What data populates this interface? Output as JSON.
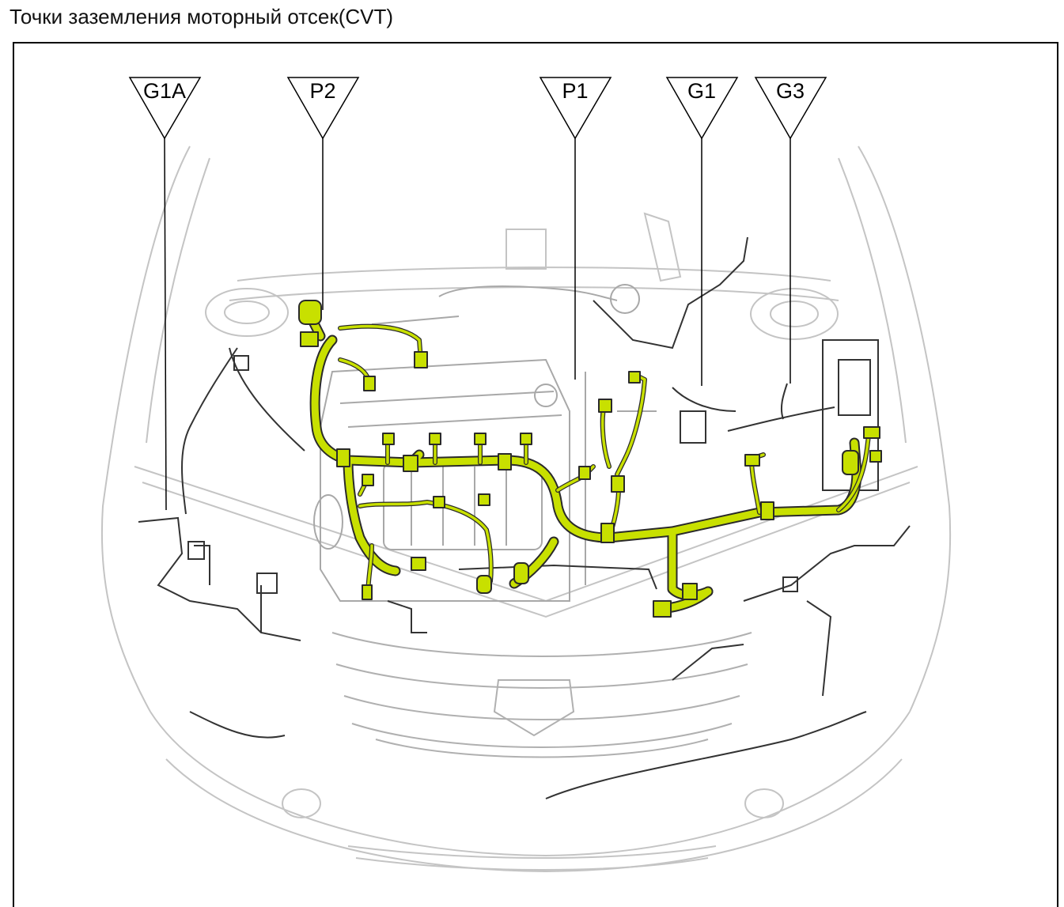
{
  "title": "Точки заземления моторный отсек(CVT)",
  "colors": {
    "harness": "#c8e000",
    "harness_outline": "#2a2a2a",
    "line_art": "#bdbdbd",
    "frame": "#000000"
  },
  "markers": [
    {
      "id": "g1a",
      "label": "G1A"
    },
    {
      "id": "p2",
      "label": "P2"
    },
    {
      "id": "p1",
      "label": "P1"
    },
    {
      "id": "g1",
      "label": "G1"
    },
    {
      "id": "g3",
      "label": "G3"
    }
  ]
}
